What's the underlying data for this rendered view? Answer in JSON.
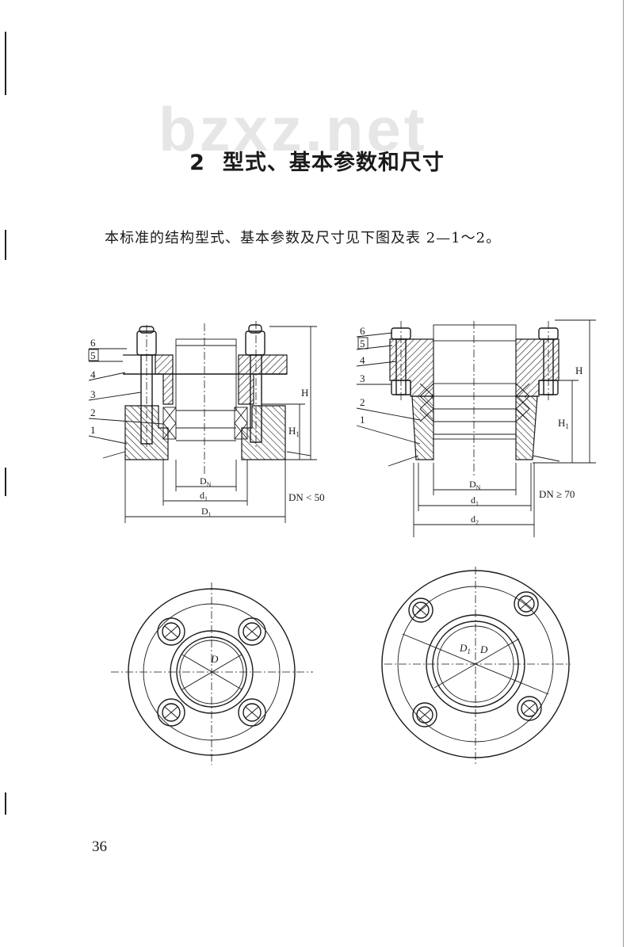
{
  "watermark": "bzxz.net",
  "section": {
    "number": "2",
    "title": "型式、基本参数和尺寸"
  },
  "intro_text": "本标准的结构型式、基本参数及尺寸见下图及表 2—1～2。",
  "figure_left": {
    "part_labels": [
      "6",
      "5",
      "4",
      "3",
      "2",
      "1"
    ],
    "dims": {
      "dn_label": "D",
      "dn_sub": "N",
      "d1_label": "d",
      "d1_sub": "1",
      "D1_label": "D",
      "D1_sub": "1",
      "H": "H",
      "H1": "H",
      "H1_sub": "1"
    },
    "condition": "DN < 50"
  },
  "figure_right": {
    "part_labels": [
      "6",
      "5",
      "4",
      "3",
      "2",
      "1"
    ],
    "dims": {
      "dn_label": "D",
      "dn_sub": "N",
      "d1_label": "d",
      "d1_sub": "1",
      "d2_label": "d",
      "d2_sub": "2",
      "H": "H",
      "H1": "H",
      "H1_sub": "1"
    },
    "condition": "DN ≥ 70"
  },
  "plan_left": {
    "label": "D"
  },
  "plan_right": {
    "label_a": "D",
    "label_a_sub": "1",
    "label_b": "D"
  },
  "page_number": "36"
}
